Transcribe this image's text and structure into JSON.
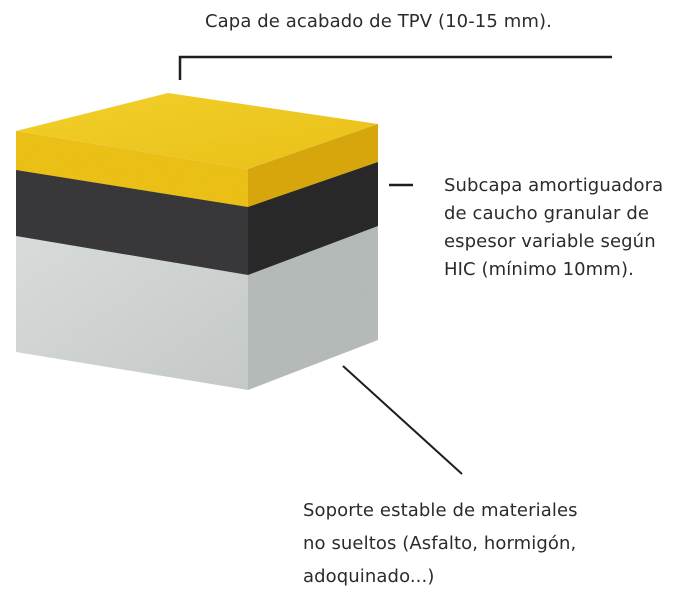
{
  "labels": {
    "top": {
      "lines": [
        "Capa de acabado de TPV  (10-15 mm)."
      ]
    },
    "middle": {
      "lines": [
        "Subcapa amortiguadora",
        "de caucho granular de",
        "espesor variable según",
        "HIC (mínimo 10mm)."
      ]
    },
    "bottom": {
      "lines": [
        "Soporte estable de materiales",
        "no sueltos (Asfalto, hormigón,",
        "adoquinado...)"
      ]
    }
  },
  "colors": {
    "tpv_top": "#f3cc1c",
    "tpv_front": "#f0c417",
    "tpv_side": "#d9a90e",
    "rubber_front": "#3a3a3c",
    "rubber_side": "#2b2b2d",
    "base_front": "#d3d7d6",
    "base_side": "#b9bebd",
    "leader_line": "#1e1e1e"
  }
}
